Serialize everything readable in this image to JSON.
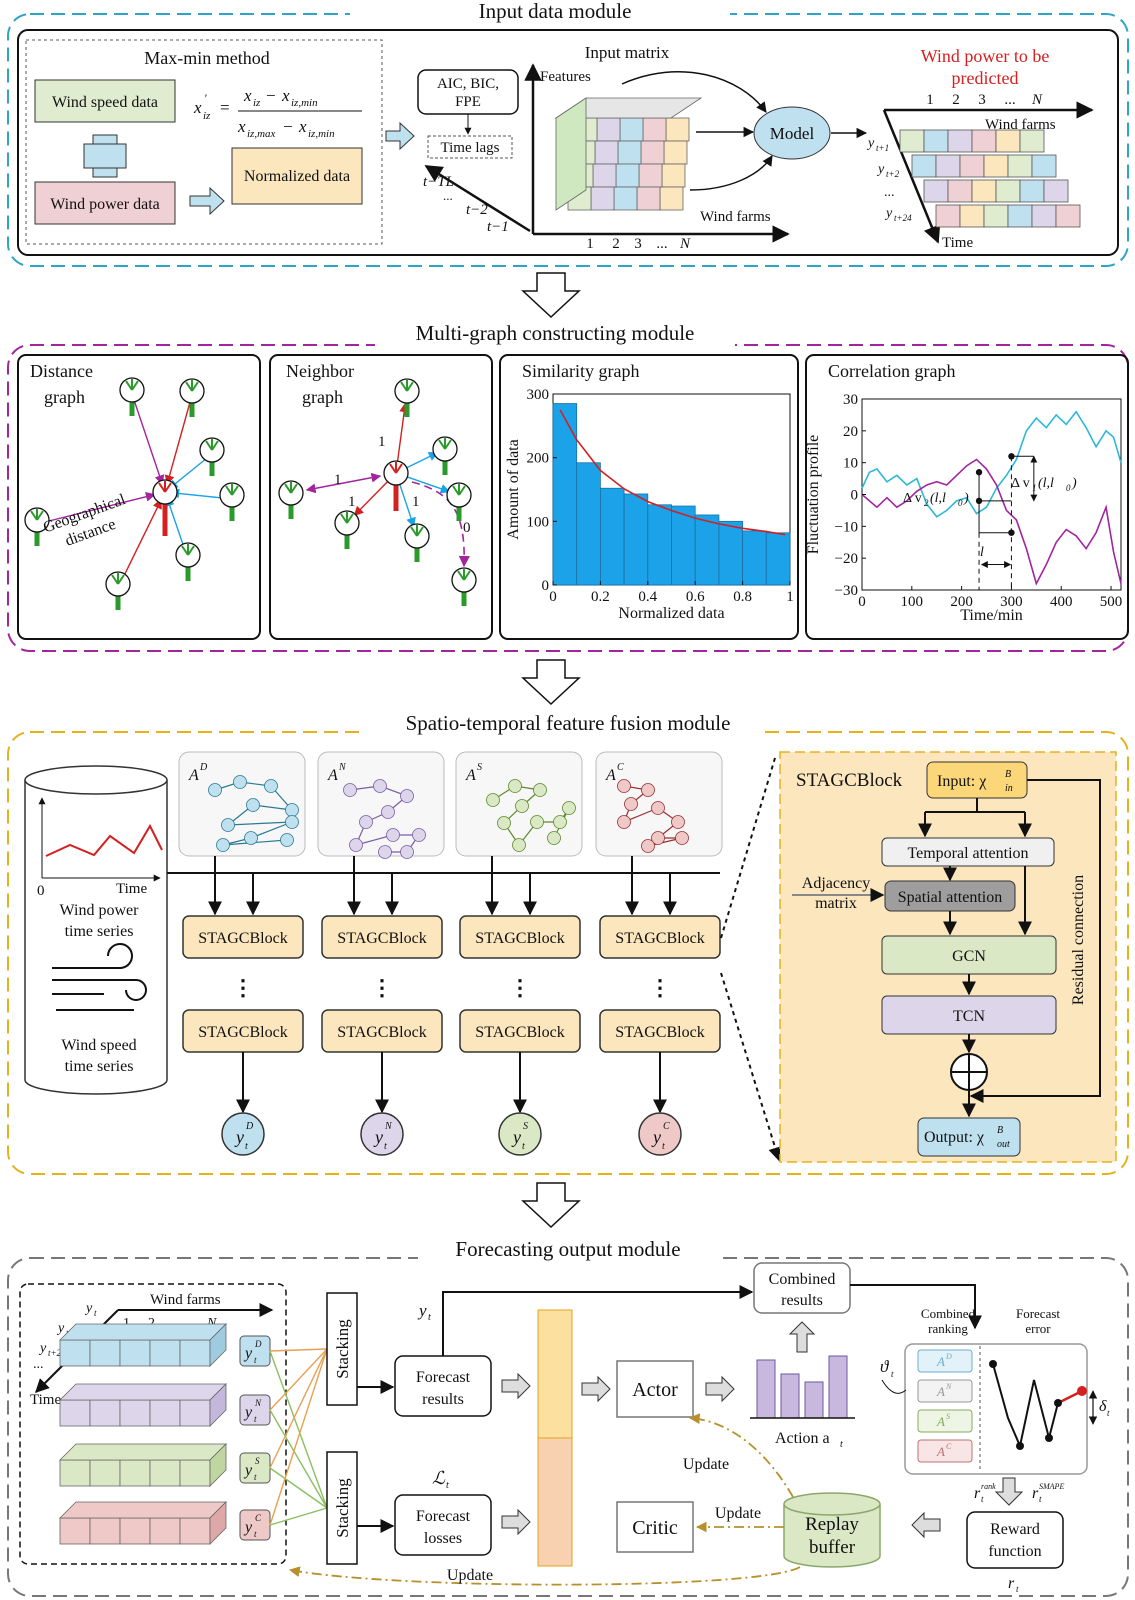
{
  "modules": {
    "input": "Input data module",
    "graph": "Multi-graph constructing module",
    "fusion": "Spatio-temporal feature fusion module",
    "output": "Forecasting output module"
  },
  "input": {
    "maxmin_title": "Max-min method",
    "wind_speed": "Wind speed data",
    "wind_power": "Wind power data",
    "normalized": "Normalized data",
    "aic": [
      "AIC, BIC,",
      "FPE"
    ],
    "time_lags": "Time lags",
    "lags": [
      "t−TL",
      "...",
      "t−2",
      "t−1"
    ],
    "input_matrix": "Input matrix",
    "features": "Features",
    "wind_farms": "Wind farms",
    "farm_ticks": [
      "1",
      "2",
      "3",
      "...",
      "N"
    ],
    "model": "Model",
    "to_predict": [
      "Wind power to be",
      "predicted"
    ],
    "predict_farms": "Wind farms",
    "predict_time": "Time",
    "y_labels": [
      "y",
      "y",
      "...",
      "y"
    ],
    "y_subs": [
      "t+1",
      "t+2",
      "",
      "t+24"
    ]
  },
  "graph": {
    "distance_title": [
      "Distance",
      "graph"
    ],
    "geo": [
      "Geographical",
      "distance"
    ],
    "neighbor_title": [
      "Neighbor",
      "graph"
    ],
    "neighbor_edges": [
      "1",
      "1",
      "1",
      "1",
      "0"
    ],
    "similarity_title": "Similarity graph",
    "correlation_title": "Correlation graph"
  },
  "chart_data": [
    {
      "type": "bar",
      "title": "Similarity graph",
      "xlabel": "Normalized data",
      "ylabel": "Amount of data",
      "xlim": [
        0,
        1
      ],
      "ylim": [
        0,
        300
      ],
      "x_ticks": [
        "0",
        "0.2",
        "0.4",
        "0.6",
        "0.8",
        "1"
      ],
      "y_ticks": [
        "0",
        "100",
        "200",
        "300"
      ],
      "bin_width": 0.1,
      "categories": [
        0.05,
        0.15,
        0.25,
        0.35,
        0.45,
        0.55,
        0.65,
        0.75,
        0.85,
        0.95
      ],
      "values": [
        285,
        192,
        152,
        143,
        126,
        124,
        110,
        100,
        85,
        82
      ],
      "fit_curve": [
        [
          0.03,
          275
        ],
        [
          0.1,
          228
        ],
        [
          0.2,
          180
        ],
        [
          0.3,
          151
        ],
        [
          0.4,
          131
        ],
        [
          0.5,
          117
        ],
        [
          0.6,
          105
        ],
        [
          0.7,
          96
        ],
        [
          0.8,
          89
        ],
        [
          0.9,
          84
        ],
        [
          0.98,
          79
        ]
      ],
      "colors": {
        "bars": "#1ba2e8",
        "curve": "#d42020"
      }
    },
    {
      "type": "line",
      "title": "Correlation graph",
      "xlabel": "Time/min",
      "ylabel": "Fluctuation profile",
      "xlim": [
        0,
        520
      ],
      "ylim": [
        -30,
        30
      ],
      "x_ticks": [
        "0",
        "100",
        "200",
        "300",
        "400",
        "500"
      ],
      "y_ticks": [
        "30",
        "20",
        "10",
        "0",
        "−10",
        "−20",
        "−30"
      ],
      "series": [
        {
          "color": "#2eb8d8",
          "x": [
            0,
            15,
            30,
            50,
            70,
            90,
            110,
            130,
            150,
            170,
            190,
            210,
            230,
            250,
            270,
            290,
            310,
            330,
            350,
            370,
            390,
            410,
            430,
            450,
            470,
            490,
            505,
            520
          ],
          "y": [
            2,
            7,
            8,
            4,
            6,
            3,
            5,
            -3,
            -7,
            -5,
            -2,
            -1,
            -6,
            -4,
            2,
            6,
            11,
            20,
            24,
            21,
            25,
            22,
            26,
            21,
            15,
            20,
            18,
            10
          ]
        },
        {
          "color": "#a2259e",
          "x": [
            0,
            15,
            30,
            50,
            70,
            90,
            110,
            130,
            150,
            170,
            190,
            210,
            230,
            250,
            270,
            290,
            310,
            330,
            350,
            370,
            390,
            410,
            430,
            450,
            470,
            490,
            505,
            520
          ],
          "y": [
            0,
            -2,
            -4,
            -1,
            -4,
            -2,
            1,
            3,
            4,
            3,
            6,
            9,
            11,
            8,
            3,
            -5,
            -8,
            -17,
            -28,
            -22,
            -15,
            -11,
            -13,
            -17,
            -12,
            -4,
            -18,
            -28
          ]
        }
      ],
      "annotations": [
        "Δ v",
        "(l,l",
        ")",
        "Δ v",
        "(l,l",
        ")",
        "l"
      ]
    }
  ],
  "fusion": {
    "adj": [
      "A",
      "A",
      "A",
      "A"
    ],
    "adj_sup": [
      "D",
      "N",
      "S",
      "C"
    ],
    "wp_series": [
      "Wind power",
      "time series"
    ],
    "ws_series": [
      "Wind speed",
      "time series"
    ],
    "axis_zero": "0",
    "axis_time": "Time",
    "block": "STAGCBlock",
    "dots": "⋮",
    "outputs": [
      "y",
      "y",
      "y",
      "y"
    ],
    "colors": [
      "#bfe0ee",
      "#ddd6ea",
      "#dbe8c6",
      "#efc8c8"
    ],
    "stagc": {
      "title": "STAGCBlock",
      "input": "Input: χ",
      "input_sub": "in",
      "input_sup": "B",
      "temporal": "Temporal attention",
      "adjacency": [
        "Adjacency",
        "matrix"
      ],
      "spatial": "Spatial attention",
      "gcn": "GCN",
      "tcn": "TCN",
      "output": "Output: χ",
      "output_sub": "out",
      "output_sup": "B",
      "residual": "Residual connection"
    }
  },
  "output": {
    "wind_farms": "Wind farms",
    "farm_ticks": [
      "1",
      "2",
      "...",
      "N"
    ],
    "time": "Time",
    "y_rows": [
      "y",
      "y",
      "y",
      "..."
    ],
    "y_subs": [
      "t",
      "t+1",
      "t+2",
      ""
    ],
    "stacking": "Stacking",
    "yt": "y",
    "forecast_results": [
      "Forecast",
      "results"
    ],
    "loss": "ℒ",
    "forecast_losses": [
      "Forecast",
      "losses"
    ],
    "combined_results": [
      "Combined",
      "results"
    ],
    "actor": "Actor",
    "critic": "Critic",
    "action": "Action a",
    "update": [
      "Update",
      "Update",
      "Update"
    ],
    "replay": [
      "Replay",
      "buffer"
    ],
    "reward": [
      "Reward",
      "function"
    ],
    "rt": "r",
    "rank": "rank",
    "smape": "SMAPE",
    "combined_ranking": [
      "Combined",
      "ranking"
    ],
    "forecast_error": [
      "Forecast",
      "error"
    ],
    "theta": "ϑ",
    "delta": "δ",
    "rank_items": [
      "A",
      "A",
      "A",
      "A"
    ]
  }
}
